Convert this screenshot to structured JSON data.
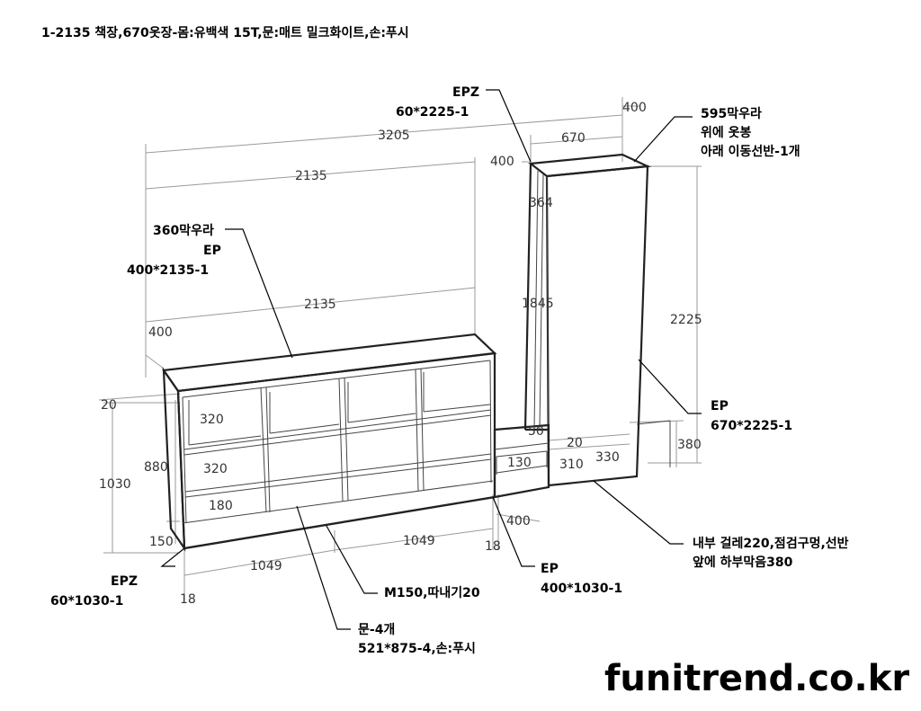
{
  "header": {
    "title": "1-2135 책장,670옷장-몸:유백색 15T,문:매트 밀크화이트,손:푸시"
  },
  "brand": {
    "text": "funitrend.co.kr"
  },
  "dimensions": {
    "d3205": "3205",
    "d2135_top": "2135",
    "d2135_mid": "2135",
    "d400_left": "400",
    "d400_tall": "400",
    "d400_top": "400",
    "d400_bottom": "400",
    "d670": "670",
    "d364": "364",
    "d1845": "1845",
    "d2225": "2225",
    "d20_left": "20",
    "d320_a": "320",
    "d320_b": "320",
    "d180": "180",
    "d1030": "1030",
    "d880": "880",
    "d150": "150",
    "d1049_a": "1049",
    "d1049_b": "1049",
    "d18_a": "18",
    "d18_b": "18",
    "d50": "50",
    "d20_right": "20",
    "d130": "130",
    "d310": "310",
    "d330": "330",
    "d380": "380"
  },
  "notes": {
    "epz_top_1": "EPZ",
    "epz_top_2": "60*2225-1",
    "n595_1": "595막우라",
    "n595_2": "위에 옷봉",
    "n595_3": "아래 이동선반-1개",
    "n360_1": "360막우라",
    "n360_2": "EP",
    "n360_3": "400*2135-1",
    "ep670_1": "EP",
    "ep670_2": "670*2225-1",
    "ep400_1": "EP",
    "ep400_2": "400*1030-1",
    "epz_bot_1": "EPZ",
    "epz_bot_2": "60*1030-1",
    "m150": "M150,따내기20",
    "door_1": "문-4개",
    "door_2": "521*875-4,손:푸시",
    "inner_1": "내부 걸레220,점검구멍,선반",
    "inner_2": "앞에 하부막음380"
  }
}
